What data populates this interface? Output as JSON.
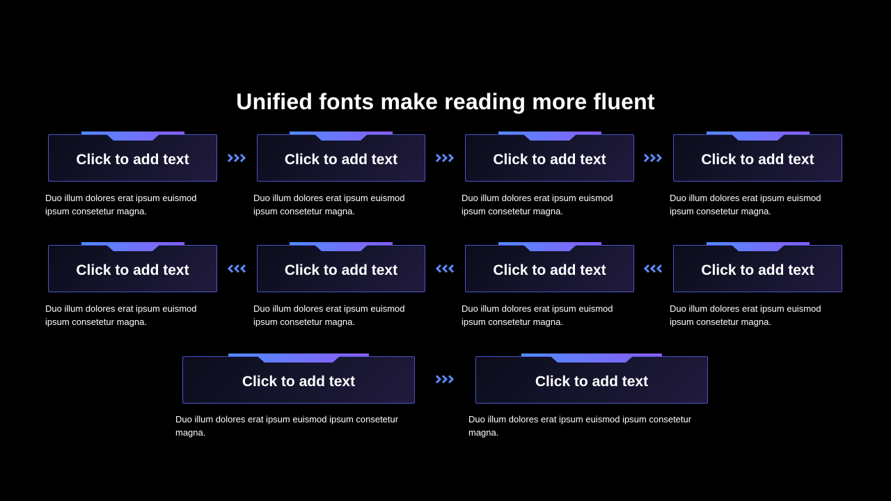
{
  "title": "Unified fonts make reading more fluent",
  "colors": {
    "background": "#000000",
    "card_border": "#4a56c8",
    "accent_blue": "#4f8cff",
    "accent_purple": "#8a5cf6"
  },
  "steps": [
    {
      "label": "Click to add text",
      "desc": "Duo illum dolores erat ipsum euismod ipsum consetetur magna."
    },
    {
      "label": "Click to add text",
      "desc": "Duo illum dolores erat ipsum euismod ipsum consetetur magna."
    },
    {
      "label": "Click to add text",
      "desc": "Duo illum dolores erat ipsum euismod ipsum consetetur magna."
    },
    {
      "label": "Click to add text",
      "desc": "Duo illum dolores erat ipsum euismod ipsum consetetur magna."
    },
    {
      "label": "Click to add text",
      "desc": "Duo illum dolores erat ipsum euismod ipsum consetetur magna."
    },
    {
      "label": "Click to add text",
      "desc": "Duo illum dolores erat ipsum euismod ipsum consetetur magna."
    },
    {
      "label": "Click to add text",
      "desc": "Duo illum dolores erat ipsum euismod ipsum consetetur magna."
    },
    {
      "label": "Click to add text",
      "desc": "Duo illum dolores erat ipsum euismod ipsum consetetur magna."
    },
    {
      "label": "Click to add text",
      "desc": "Duo illum dolores erat ipsum euismod ipsum consetetur magna."
    },
    {
      "label": "Click to add text",
      "desc": "Duo illum dolores erat ipsum euismod ipsum consetetur magna."
    }
  ],
  "arrows": {
    "row1": "chevron-right-icon",
    "row2": "chevron-left-icon",
    "row3": "chevron-right-icon"
  }
}
